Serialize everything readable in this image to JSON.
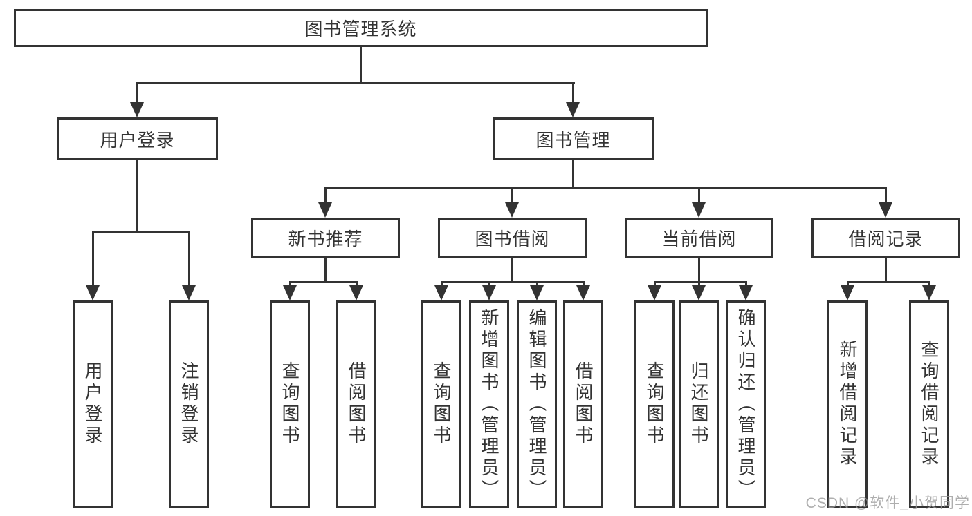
{
  "tree": {
    "root": {
      "label": "图书管理系统",
      "children": [
        {
          "label": "用户登录",
          "children": [
            {
              "label": "用户登录"
            },
            {
              "label": "注销登录"
            }
          ]
        },
        {
          "label": "图书管理",
          "children": [
            {
              "label": "新书推荐",
              "children": [
                {
                  "label": "查询图书"
                },
                {
                  "label": "借阅图书"
                }
              ]
            },
            {
              "label": "图书借阅",
              "children": [
                {
                  "label": "查询图书"
                },
                {
                  "label": "新增图书（管理员）"
                },
                {
                  "label": "编辑图书（管理员）"
                },
                {
                  "label": "借阅图书"
                }
              ]
            },
            {
              "label": "当前借阅",
              "children": [
                {
                  "label": "查询图书"
                },
                {
                  "label": "归还图书"
                },
                {
                  "label": "确认归还（管理员）"
                }
              ]
            },
            {
              "label": "借阅记录",
              "children": [
                {
                  "label": "新增借阅记录"
                },
                {
                  "label": "查询借阅记录"
                }
              ]
            }
          ]
        }
      ]
    }
  },
  "watermark": {
    "text": "CSDN @软件_小贺同学"
  },
  "colors": {
    "line": "#333333",
    "text": "#333333",
    "box_background": "#ffffff",
    "watermark": "#9a9a9a",
    "page_background": "#ffffff"
  }
}
